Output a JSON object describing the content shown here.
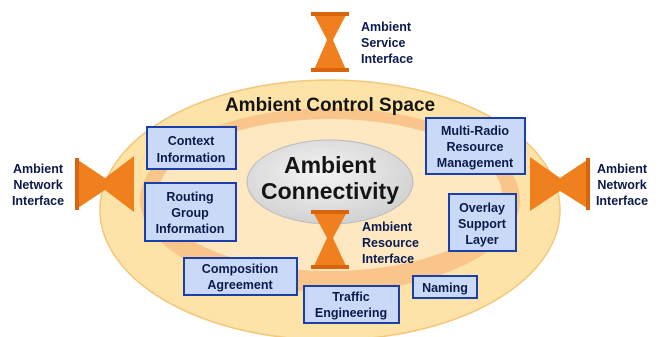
{
  "title": "Ambient Control Space",
  "core_label": [
    "Ambient",
    "Connectivity"
  ],
  "interfaces": {
    "service": [
      "Ambient",
      "Service",
      "Interface"
    ],
    "network_left": [
      "Ambient",
      "Network",
      "Interface"
    ],
    "network_right": [
      "Ambient",
      "Network",
      "Interface"
    ],
    "resource": [
      "Ambient",
      "Resource",
      "Interface"
    ]
  },
  "functions": {
    "context_information": [
      "Context",
      "Information"
    ],
    "routing_group_information": [
      "Routing",
      "Group",
      "Information"
    ],
    "composition_agreement": [
      "Composition",
      "Agreement"
    ],
    "traffic_engineering": [
      "Traffic",
      "Engineering"
    ],
    "naming": [
      "Naming"
    ],
    "multi_radio_resource_management": [
      "Multi-Radio",
      "Resource",
      "Management"
    ],
    "overlay_support_layer": [
      "Overlay",
      "Support",
      "Layer"
    ]
  },
  "colors": {
    "outer_ellipse": "#fde3a7",
    "middle_ring": "#f9c58a",
    "inner_ellipse": "#fde8c2",
    "core": "#d9d9d9",
    "interface": "#f07f1d",
    "box_fill": "#c9d9f7",
    "box_border": "#1b3fa8"
  }
}
